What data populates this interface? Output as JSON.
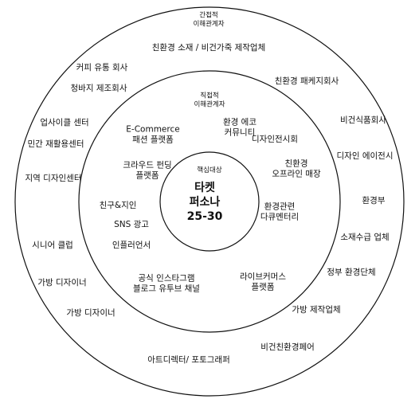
{
  "diagram": {
    "rings": {
      "outer": {
        "title": [
          "간접적",
          "이해관계자"
        ],
        "items": [
          [
            "친환경 소재 / 비건가죽 제작업체"
          ],
          [
            "커피 유통 회사"
          ],
          [
            "청바지 제조회사"
          ],
          [
            "친환경 패케지회사"
          ],
          [
            "업사이클 센터"
          ],
          [
            "비건식품회사"
          ],
          [
            "민간 재활용센터"
          ],
          [
            "디자인 에이전시"
          ],
          [
            "지역 디자인센터"
          ],
          [
            "환경부"
          ],
          [
            "소재수급 업체"
          ],
          [
            "시니어 클럽"
          ],
          [
            "정부 환경단체"
          ],
          [
            "가방 디자이너"
          ],
          [
            "가방 디자이너"
          ],
          [
            "가방 제작업체"
          ],
          [
            "비건친환경페어"
          ],
          [
            "아트디렉터/ 포토그래퍼"
          ]
        ]
      },
      "middle": {
        "title": [
          "직접적",
          "이해관계자"
        ],
        "items": [
          [
            "E-Commerce",
            "패션 플랫폼"
          ],
          [
            "환경 에코",
            "커뮤니티"
          ],
          [
            "디자인전시회"
          ],
          [
            "크라우드 펀딩",
            "플랫폼"
          ],
          [
            "친환경",
            "오프라인 매장"
          ],
          [
            "친구&지인"
          ],
          [
            "SNS 광고"
          ],
          [
            "환경관련",
            "다큐멘터리"
          ],
          [
            "인플러언서"
          ],
          [
            "공식 인스타그램",
            "블로그 유투브 채널"
          ],
          [
            "라이브커머스",
            "플랫폼"
          ]
        ]
      },
      "core": {
        "title": [
          "핵심대상"
        ],
        "lines": [
          "타켓",
          "퍼소나",
          "25-30"
        ]
      }
    }
  }
}
